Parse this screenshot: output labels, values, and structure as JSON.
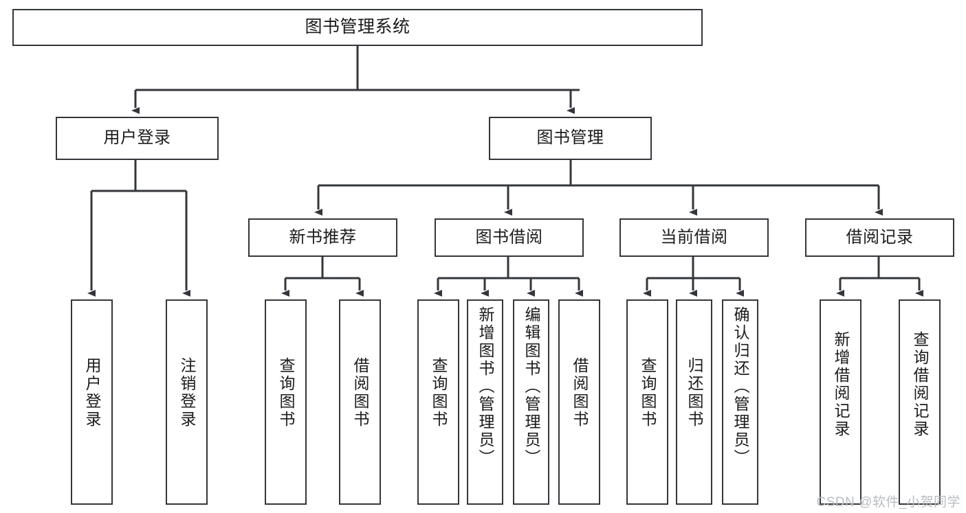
{
  "diagram": {
    "title": "图书管理系统",
    "type": "tree-hierarchy-diagram",
    "colors": {
      "node_border": "#33363a",
      "node_fill": "#ffffff",
      "edge": "#33363a",
      "text": "#1b1b1b",
      "watermark": "#b9bcc0",
      "background": "#ffffff"
    },
    "levels": {
      "root": "图书管理系统",
      "level2": [
        "用户登录",
        "图书管理"
      ],
      "level3": [
        "新书推荐",
        "图书借阅",
        "当前借阅",
        "借阅记录"
      ]
    }
  },
  "nodes": {
    "root": {
      "label": "图书管理系统"
    },
    "user_login": {
      "label": "用户登录"
    },
    "book_manage": {
      "label": "图书管理"
    },
    "new_book_rec": {
      "label": "新书推荐"
    },
    "book_borrow": {
      "label": "图书借阅"
    },
    "current_borrow": {
      "label": "当前借阅"
    },
    "borrow_record": {
      "label": "借阅记录"
    },
    "leaf_user_login": {
      "label": "用户登录"
    },
    "leaf_logout": {
      "label": "注销登录"
    },
    "leaf_query_book_1": {
      "label": "查询图书"
    },
    "leaf_borrow_book_1": {
      "label": "借阅图书"
    },
    "leaf_query_book_2": {
      "label": "查询图书"
    },
    "leaf_add_book_admin": {
      "label": "新增图书（管理员）"
    },
    "leaf_edit_book_admin": {
      "label": "编辑图书（管理员）"
    },
    "leaf_borrow_book_2": {
      "label": "借阅图书"
    },
    "leaf_query_book_3": {
      "label": "查询图书"
    },
    "leaf_return_book": {
      "label": "归还图书"
    },
    "leaf_confirm_return_admin": {
      "label": "确认归还（管理员）"
    },
    "leaf_add_borrow_record": {
      "label": "新增借阅记录"
    },
    "leaf_query_borrow_record": {
      "label": "查询借阅记录"
    }
  },
  "watermark": {
    "text": "CSDN @软件_小贺同学"
  }
}
